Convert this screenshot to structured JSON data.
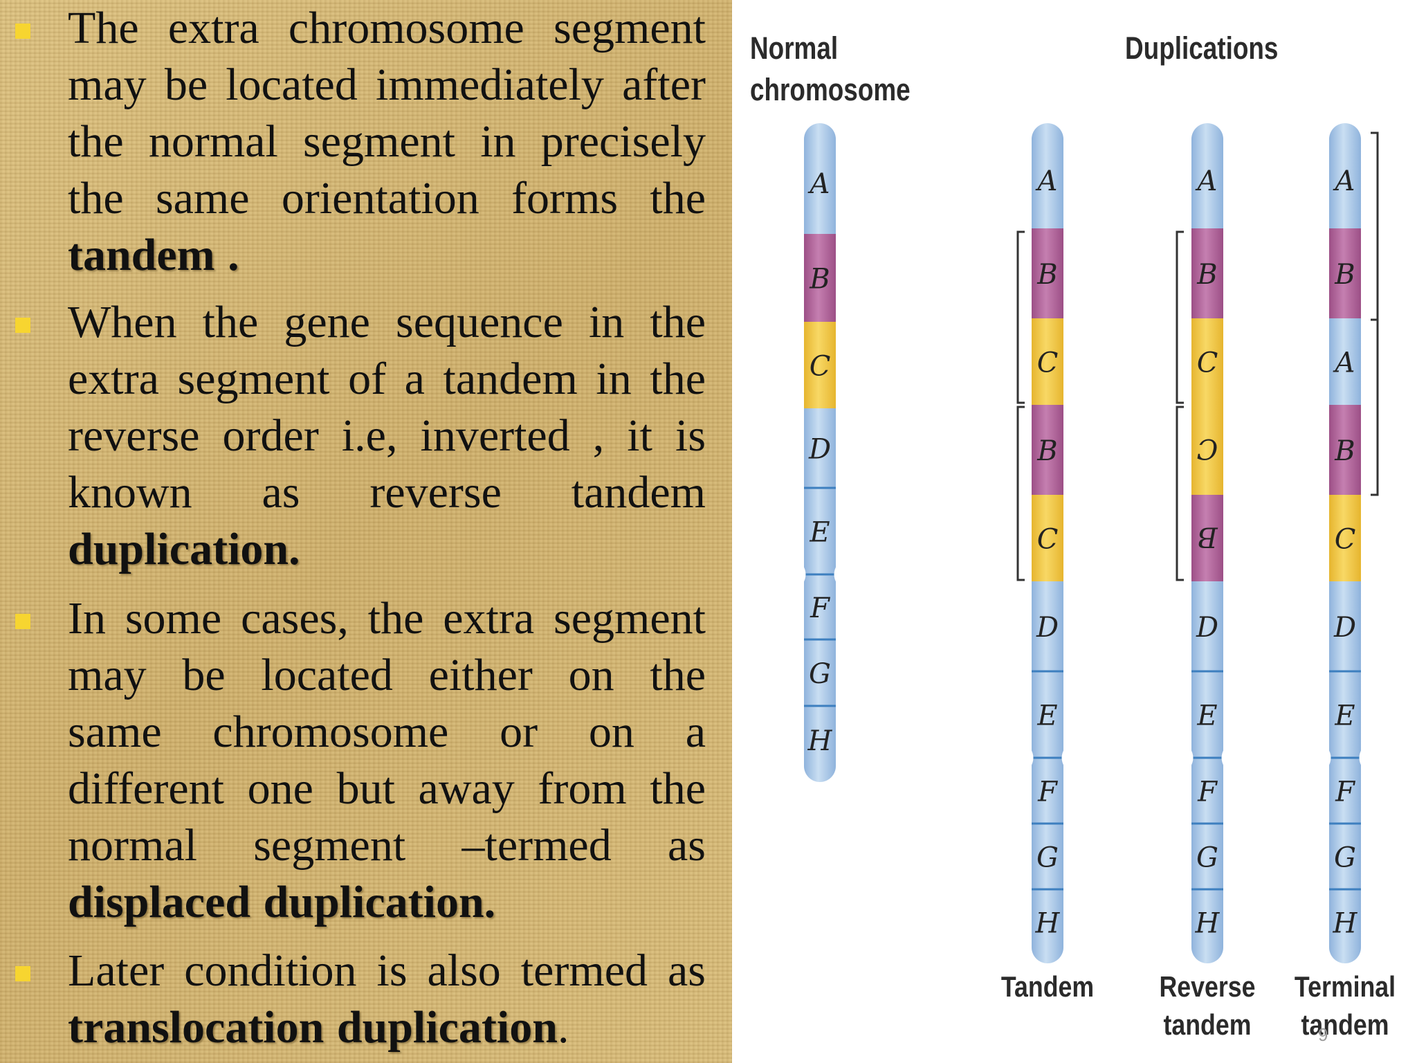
{
  "bullets": [
    {
      "lines": [
        "The extra chromosome segment",
        "may be located immediately after",
        "the normal segment in precisely",
        "the same orientation forms the"
      ],
      "last_plain": "",
      "last_bold": "tandem .",
      "last_tail": ""
    },
    {
      "lines": [
        "When the gene sequence in the",
        "extra segment of a tandem in the",
        "reverse order i.e, inverted , it is",
        "known as reverse tandem"
      ],
      "last_plain": "",
      "last_bold": "duplication.",
      "last_tail": ""
    },
    {
      "lines": [
        "In some cases, the extra segment",
        "may be located either on the",
        "same chromosome or on a",
        "different one but away from the",
        "normal segment –termed as"
      ],
      "last_plain": "",
      "last_bold": "displaced duplication.",
      "last_tail": ""
    },
    {
      "lines": [
        "Later condition is also termed as"
      ],
      "last_plain": "",
      "last_bold": "translocation duplication",
      "last_tail": "."
    }
  ],
  "figure": {
    "normal_heading": [
      "Normal",
      "chromosome"
    ],
    "duplications_heading": "Duplications",
    "chromosomes": [
      {
        "id": "normal",
        "caption": [],
        "bands": [
          "A",
          "B",
          "C",
          "D",
          "E",
          "F",
          "G",
          "H"
        ]
      },
      {
        "id": "tandem",
        "caption": [
          "Tandem"
        ],
        "bands": [
          "A",
          "B",
          "C",
          "B",
          "C",
          "D",
          "E",
          "F",
          "G",
          "H"
        ]
      },
      {
        "id": "reverse-tandem",
        "caption": [
          "Reverse",
          "tandem"
        ],
        "bands": [
          "A",
          "B",
          "C",
          "C",
          "B",
          "D",
          "E",
          "F",
          "G",
          "H"
        ],
        "flipped": [
          3,
          4
        ]
      },
      {
        "id": "terminal-tandem",
        "caption": [
          "Terminal",
          "tandem"
        ],
        "bands": [
          "A",
          "B",
          "A",
          "B",
          "C",
          "D",
          "E",
          "F",
          "G",
          "H"
        ]
      }
    ]
  },
  "page_number": "9",
  "colors": {
    "light_blue": "#a9c7e8",
    "pink": "#b8699f",
    "yellow": "#f3c94a",
    "band_line": "#3d7fbf",
    "bullet": "#f7d530",
    "background": "#d6b877"
  }
}
